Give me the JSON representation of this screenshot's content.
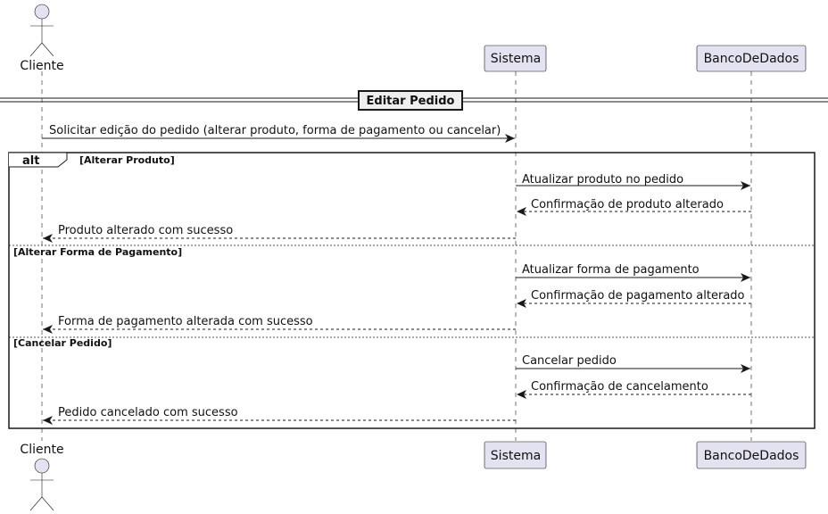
{
  "participants": {
    "cliente": {
      "label": "Cliente",
      "kind": "actor"
    },
    "sistema": {
      "label": "Sistema",
      "kind": "participant"
    },
    "banco": {
      "label": "BancoDeDados",
      "kind": "participant"
    }
  },
  "divider": {
    "label": "Editar Pedido"
  },
  "initial_message": {
    "label": "Solicitar edição do pedido (alterar produto, forma de pagamento ou cancelar)",
    "from": "cliente",
    "to": "sistema",
    "style": "solid"
  },
  "alt_fragment": {
    "keyword": "alt",
    "branches": [
      {
        "guard": "[Alterar Produto]",
        "messages": [
          {
            "label": "Atualizar produto no pedido",
            "from": "sistema",
            "to": "banco",
            "style": "solid"
          },
          {
            "label": "Confirmação de produto alterado",
            "from": "banco",
            "to": "sistema",
            "style": "dashed"
          },
          {
            "label": "Produto alterado com sucesso",
            "from": "sistema",
            "to": "cliente",
            "style": "dashed"
          }
        ]
      },
      {
        "guard": "[Alterar Forma de Pagamento]",
        "messages": [
          {
            "label": "Atualizar forma de pagamento",
            "from": "sistema",
            "to": "banco",
            "style": "solid"
          },
          {
            "label": "Confirmação de pagamento alterado",
            "from": "banco",
            "to": "sistema",
            "style": "dashed"
          },
          {
            "label": "Forma de pagamento alterada com sucesso",
            "from": "sistema",
            "to": "cliente",
            "style": "dashed"
          }
        ]
      },
      {
        "guard": "[Cancelar Pedido]",
        "messages": [
          {
            "label": "Cancelar pedido",
            "from": "sistema",
            "to": "banco",
            "style": "solid"
          },
          {
            "label": "Confirmação de cancelamento",
            "from": "banco",
            "to": "sistema",
            "style": "dashed"
          },
          {
            "label": "Pedido cancelado com sucesso",
            "from": "sistema",
            "to": "cliente",
            "style": "dashed"
          }
        ]
      }
    ]
  },
  "colors": {
    "participant_fill": "#E2E2F0",
    "participant_stroke": "#181818",
    "line": "#181818",
    "divider_fill": "#EEEEEE",
    "background": "#FFFFFF"
  }
}
